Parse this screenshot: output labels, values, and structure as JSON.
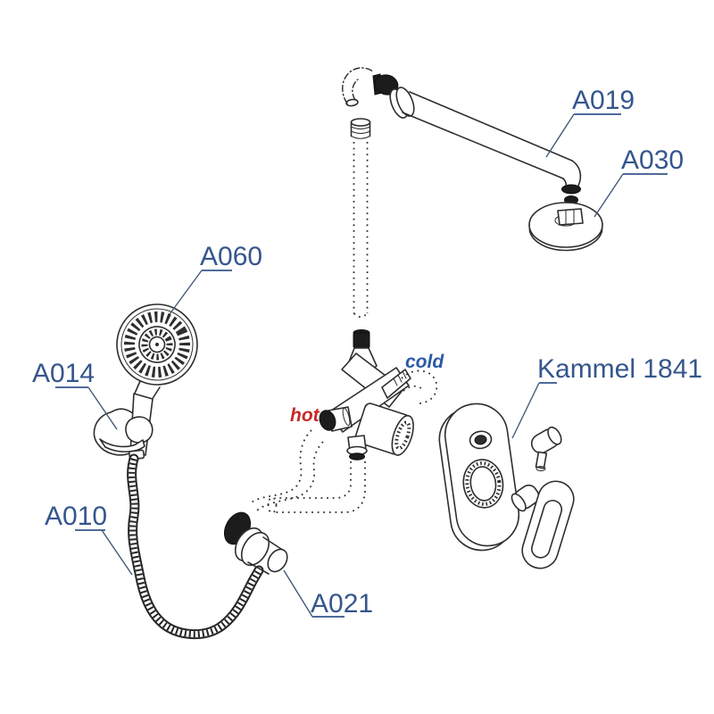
{
  "diagram": {
    "description": "Exploded installation diagram of a concealed shower set",
    "labels": {
      "a019": "A019",
      "a030": "A030",
      "a060": "A060",
      "a014": "A014",
      "a010": "A010",
      "a021": "A021",
      "kammel": "Kammel 1841",
      "hot": "hot",
      "cold": "cold"
    },
    "colors": {
      "label": "#35568c",
      "hot": "#c62a2a",
      "cold": "#2b5aa6",
      "line": "#2e2e2e"
    }
  }
}
